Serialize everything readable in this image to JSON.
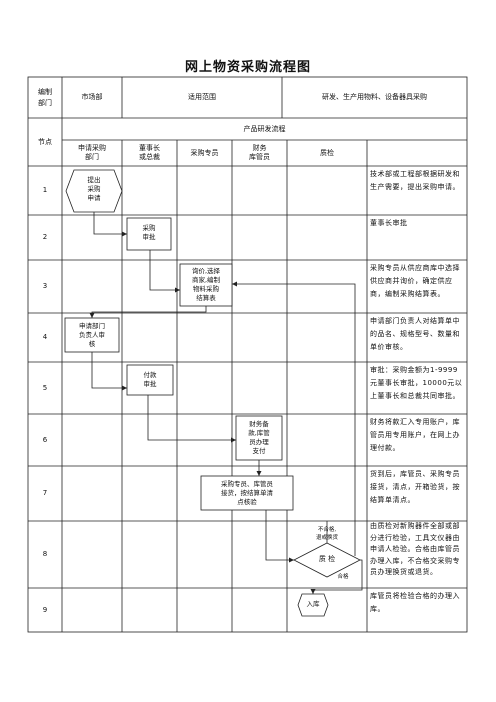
{
  "title": "网上物资采购流程图",
  "header": {
    "org_label": "编制\n部门",
    "org_value": "市场部",
    "scope_label": "适用范围",
    "scope_value": "研发、生产用物料、设备器具采购",
    "node_label": "节点",
    "process_name": "产品研发流程",
    "roles": [
      "申请采购\n部门",
      "董事长\n或总裁",
      "采购专员",
      "财务\n库管员",
      "质检"
    ]
  },
  "rows": [
    {
      "num": "1",
      "desc": "技术部或工程部根据研发和生产需要，提出采购申请。"
    },
    {
      "num": "2",
      "desc": "董事长审批"
    },
    {
      "num": "3",
      "desc": "采购专员从供应商库中选择供应商并询价，确定供应商，编制采购结算表。"
    },
    {
      "num": "4",
      "desc": "申请部门负责人对结算单中的品名、规格型号、数量和单价审核。"
    },
    {
      "num": "5",
      "desc": "审批：采购金额为1-9999元董事长审批，10000元以上董事长和总裁共同审批。"
    },
    {
      "num": "6",
      "desc": "财务将款汇入专用账户，库管员用专用账户，在网上办理付款。"
    },
    {
      "num": "7",
      "desc": "货到后，库管员、采购专员接货，清点，开箱验货，按结算单清点。"
    },
    {
      "num": "8",
      "desc": "由质检对新购器件全部或部分进行检验，工具文仪器由申请人检验。合格由库管员办理入库，不合格交采购专员办理换货或退货。"
    },
    {
      "num": "9",
      "desc": "库管员将检验合格的办理入库。"
    }
  ],
  "nodes": {
    "apply": "提出\n采购\n申请",
    "approve1": "采购\n审批",
    "inquiry": "询价,选择\n商家,编制\n物料采购\n结算表",
    "dept_review": "申请部门\n负责人审\n核",
    "pay_approve": "付款\n审批",
    "finance": "财务备\n款,库管\n员办理\n支付",
    "receive": "采购专员、库管员\n接货，按结算单清\n点核验",
    "inspect": "质  检",
    "fail_label": "不合格,\n退或换货",
    "pass_label": "合格",
    "store": "入库"
  }
}
